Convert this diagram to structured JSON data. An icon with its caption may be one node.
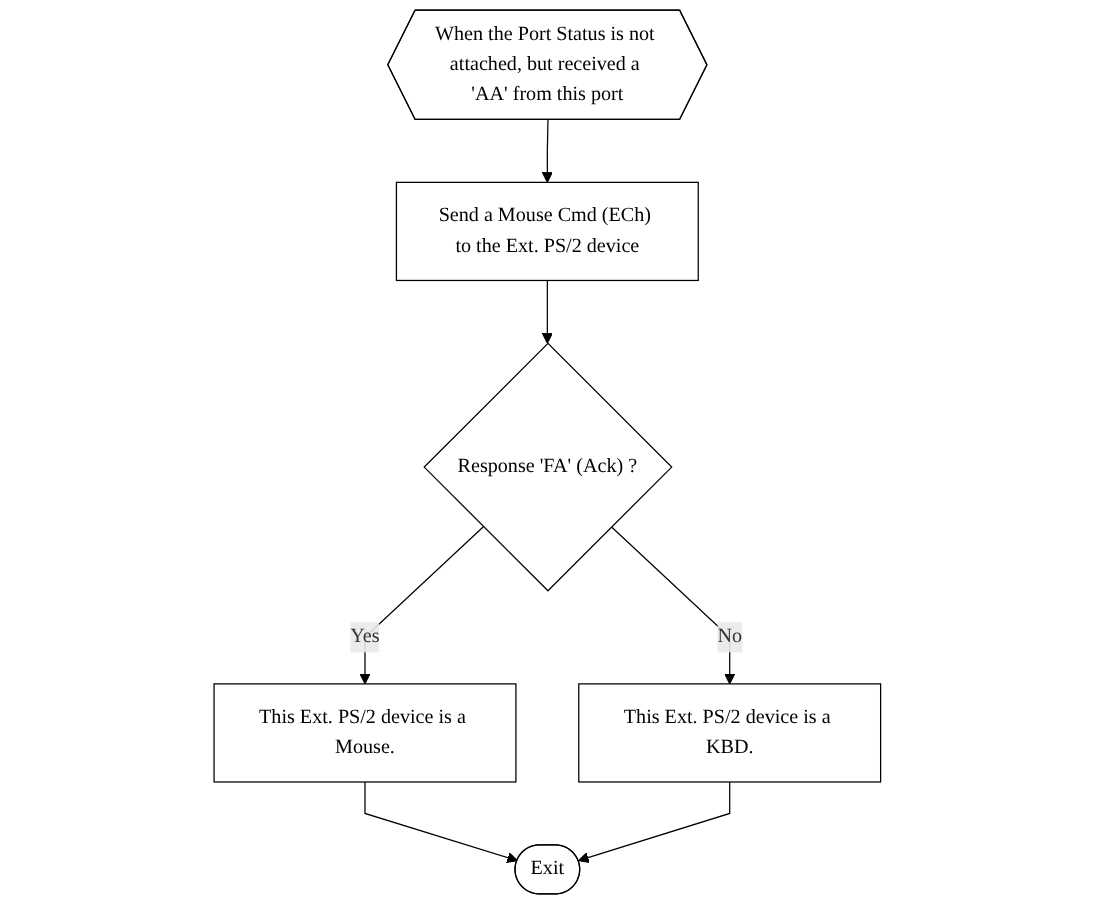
{
  "diagram": {
    "nodes": [
      {
        "text": [
          "When the Port Status is not attached, but received a 'AA' from this port"
        ]
      },
      {
        "text": [
          "Send a Mouse Cmd (ECh) to the Ext. PS/2 device"
        ]
      },
      {
        "text": [
          "Response 'FA' (Ack) ?"
        ]
      },
      {
        "text": [
          "This Ext. PS/2 device is a Mouse."
        ]
      },
      {
        "text": [
          "This Ext. PS/2 device is a KBD."
        ]
      },
      {
        "text": [
          "Exit"
        ]
      }
    ],
    "edges": [
      {
        "from": 0,
        "to": 1,
        "arrow": "to"
      },
      {
        "from": 1,
        "to": 2,
        "arrow": "to"
      },
      {
        "from": 2,
        "to": 3,
        "arrow": "to",
        "label": "Yes"
      },
      {
        "from": 2,
        "to": 4,
        "arrow": "to",
        "label": "No"
      },
      {
        "from": 3,
        "to": 5,
        "arrow": "to"
      },
      {
        "from": 4,
        "to": 5,
        "arrow": "to"
      }
    ]
  }
}
